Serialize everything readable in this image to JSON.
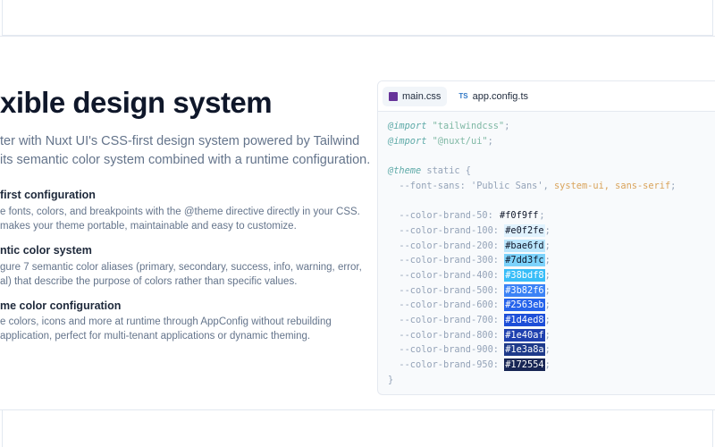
{
  "hero": {
    "title": "xible design system",
    "subtitle_lines": [
      "ter with Nuxt UI's CSS-first design system powered by Tailwind",
      "its semantic color system combined with a runtime configuration."
    ]
  },
  "features": [
    {
      "title": "first configuration",
      "lines": [
        "e fonts, colors, and breakpoints with the @theme directive directly in your CSS.",
        "makes your theme portable, maintainable and easy to customize."
      ]
    },
    {
      "title": "ntic color system",
      "lines": [
        "gure 7 semantic color aliases (primary, secondary, success, info, warning, error,",
        "al) that describe the purpose of colors rather than specific values."
      ]
    },
    {
      "title": "me color configuration",
      "lines": [
        "e colors, icons and more at runtime through AppConfig without rebuilding",
        "application, perfect for multi-tenant applications or dynamic theming."
      ]
    }
  ],
  "code_panel": {
    "tabs": [
      {
        "label": "main.css",
        "icon": "css-file-icon",
        "active": true
      },
      {
        "label": "app.config.ts",
        "icon": "typescript-file-icon",
        "badge": "TS",
        "active": false
      }
    ],
    "import1_kw": "@import",
    "import1_str": "\"tailwindcss\"",
    "import2_kw": "@import",
    "import2_str": "\"@nuxt/ui\"",
    "theme_kw": "@theme",
    "theme_rest": " static {",
    "font_prop": "  --font-sans: 'Public Sans', ",
    "font_rest": "system-ui, sans-serif",
    "close": "}",
    "colors": [
      {
        "name": "--color-brand-50",
        "value": "#f0f9ff"
      },
      {
        "name": "--color-brand-100",
        "value": "#e0f2fe"
      },
      {
        "name": "--color-brand-200",
        "value": "#bae6fd"
      },
      {
        "name": "--color-brand-300",
        "value": "#7dd3fc"
      },
      {
        "name": "--color-brand-400",
        "value": "#38bdf8"
      },
      {
        "name": "--color-brand-500",
        "value": "#3b82f6"
      },
      {
        "name": "--color-brand-600",
        "value": "#2563eb"
      },
      {
        "name": "--color-brand-700",
        "value": "#1d4ed8"
      },
      {
        "name": "--color-brand-800",
        "value": "#1e40af"
      },
      {
        "name": "--color-brand-900",
        "value": "#1e3a8a"
      },
      {
        "name": "--color-brand-950",
        "value": "#172554"
      }
    ]
  }
}
